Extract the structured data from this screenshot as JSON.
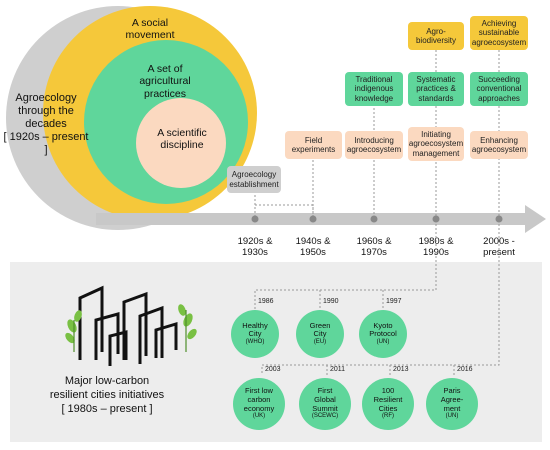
{
  "colors": {
    "yellow": "#f5c83a",
    "green": "#5fd69b",
    "peach": "#fbd9c0",
    "grey_circle": "#cfcfcf",
    "arrow": "#c8c8c8",
    "panel": "#ededed"
  },
  "agroecology": {
    "center_lines": [
      "Agroecology",
      "through the",
      "decades",
      "[ 1920s – present ]"
    ],
    "social_movement": [
      "A social",
      "movement"
    ],
    "practices": [
      "A set of",
      "agricultural",
      "practices"
    ],
    "discipline": [
      "A scientific",
      "discipline"
    ]
  },
  "timeline": {
    "decades": [
      {
        "lines": [
          "1920s &",
          "1930s"
        ]
      },
      {
        "lines": [
          "1940s &",
          "1950s"
        ]
      },
      {
        "lines": [
          "1960s &",
          "1970s"
        ]
      },
      {
        "lines": [
          "1980s &",
          "1990s"
        ]
      },
      {
        "lines": [
          "2000s -",
          "present"
        ]
      }
    ],
    "establishment": [
      "Agroecology",
      "establishment"
    ],
    "field_experiments": [
      "Field",
      "experiments"
    ],
    "traditional": [
      "Traditional",
      "indigenous",
      "knowledge"
    ],
    "introducing": [
      "Introducing",
      "agroecosystem"
    ],
    "agro_biodiversity": [
      "Agro-",
      "biodiversity"
    ],
    "systematic": [
      "Systematic",
      "practices &",
      "standards"
    ],
    "initiating": [
      "Initiating",
      "agroecosystem",
      "management"
    ],
    "achieving": [
      "Achieving",
      "sustainable",
      "agroecosystem"
    ],
    "succeeding": [
      "Succeeding",
      "conventional",
      "approaches"
    ],
    "enhancing": [
      "Enhancing",
      "agroecosystem"
    ]
  },
  "cities": {
    "caption_lines": [
      "Major low-carbon",
      "resilient cities initiatives",
      "[ 1980s – present ]"
    ],
    "initiatives": [
      {
        "year": "1986",
        "lines": [
          "Healthy",
          "City"
        ],
        "org": "(WHO)"
      },
      {
        "year": "1990",
        "lines": [
          "Green",
          "City"
        ],
        "org": "(EU)"
      },
      {
        "year": "1997",
        "lines": [
          "Kyoto",
          "Protocol"
        ],
        "org": "(UN)"
      },
      {
        "year": "2003",
        "lines": [
          "First low",
          "carbon",
          "economy"
        ],
        "org": "(UK)"
      },
      {
        "year": "2011",
        "lines": [
          "First",
          "Global",
          "Summit"
        ],
        "org": "(SCEWC)"
      },
      {
        "year": "2013",
        "lines": [
          "100",
          "Resilient",
          "Cities"
        ],
        "org": "(RF)"
      },
      {
        "year": "2016",
        "lines": [
          "Paris",
          "Agree-",
          "ment"
        ],
        "org": "(UN)"
      }
    ]
  }
}
